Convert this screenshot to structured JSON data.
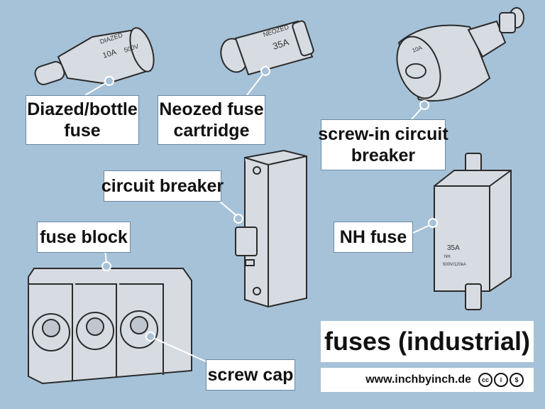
{
  "title": "fuses (industrial)",
  "website": "www.inchbyinch.de",
  "license_icons": [
    "cc-icon",
    "by-icon",
    "nc-icon"
  ],
  "license_glyphs": [
    "cc",
    "i",
    "$"
  ],
  "labels": {
    "diazed": [
      "Diazed/bottle",
      "fuse"
    ],
    "neozed": [
      "Neozed fuse",
      "cartridge"
    ],
    "screw_in_breaker": [
      "screw-in circuit",
      "breaker"
    ],
    "circuit_breaker": [
      "circuit breaker"
    ],
    "fuse_block": [
      "fuse block"
    ],
    "nh_fuse": [
      "NH fuse"
    ],
    "screw_cap": [
      "screw cap"
    ]
  },
  "device_markings": {
    "diazed": [
      "DIAZED",
      "10A",
      "500V"
    ],
    "neozed": [
      "NEOZED",
      "35A"
    ],
    "screw_in_breaker": "10A",
    "nh_fuse": [
      "35A",
      "NH",
      "500V/120kA"
    ]
  },
  "colors": {
    "background": "#a6c2d8",
    "device": "#d7dce2",
    "outline": "#2b2b2b",
    "label_bg": "#ffffff"
  }
}
